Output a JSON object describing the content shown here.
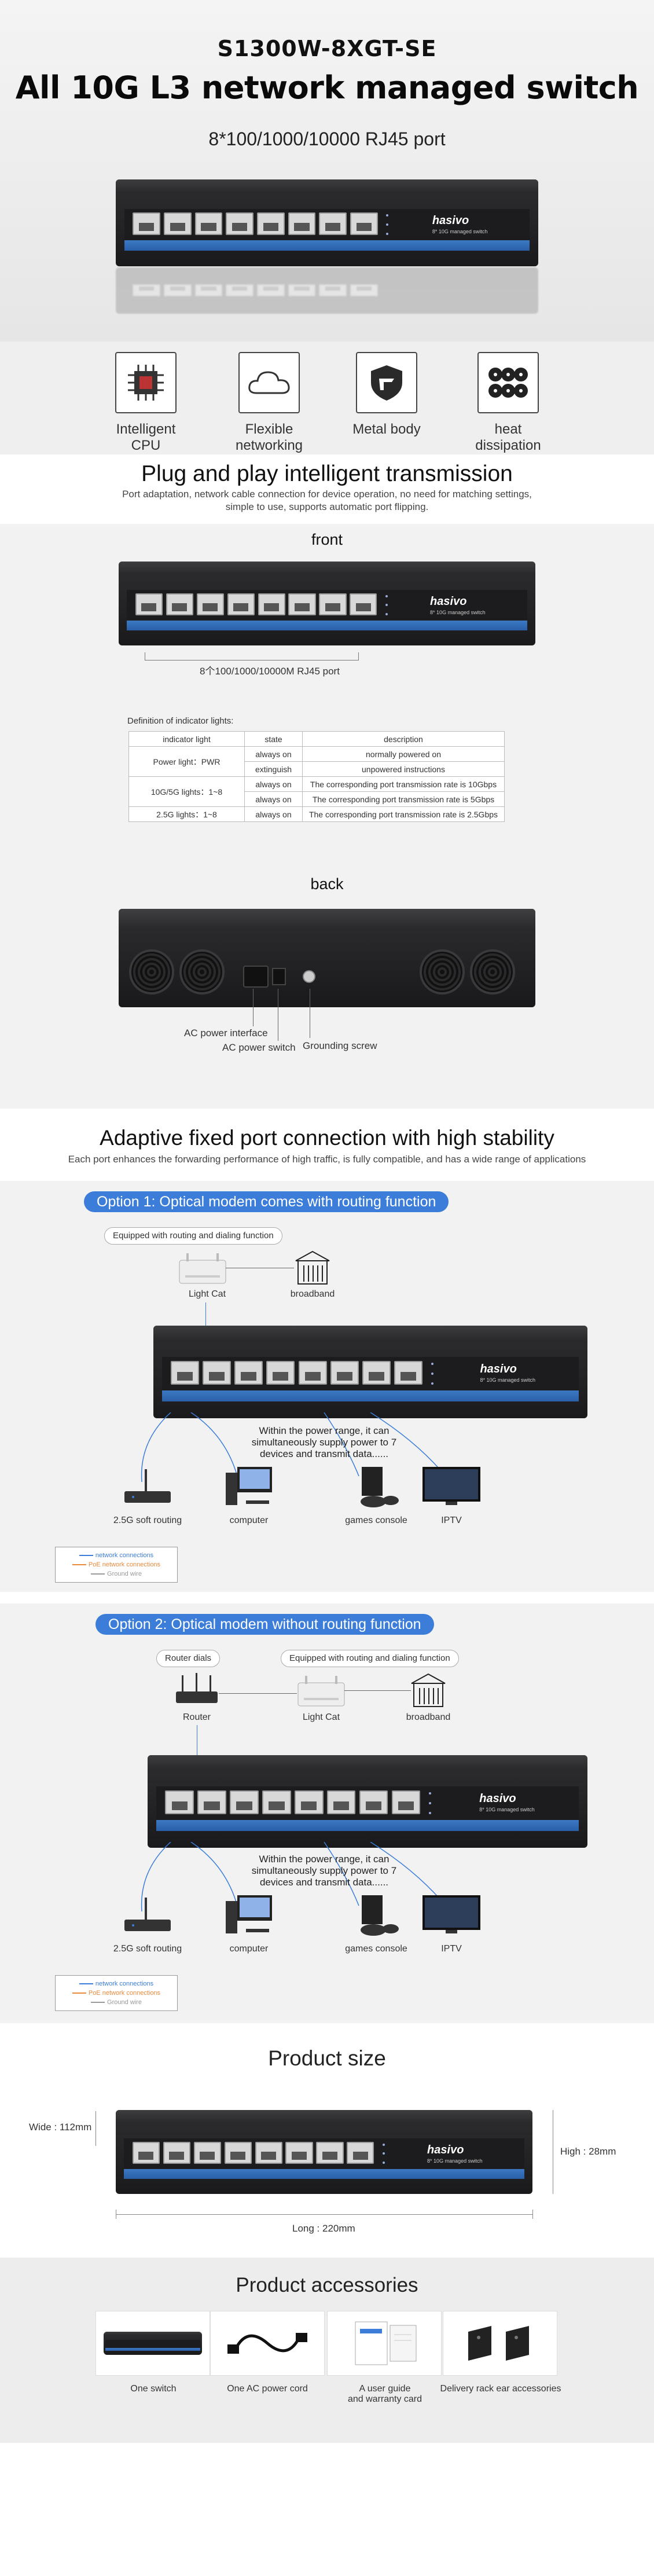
{
  "hero": {
    "model": "S1300W-8XGT-SE",
    "headline": "All 10G L3 network managed switch",
    "ports": "8*100/1000/10000 RJ45 port"
  },
  "device": {
    "brand": "hasivo",
    "brand_sub": "8* 10G managed switch"
  },
  "features": [
    {
      "label": "Intelligent CPU",
      "icon": "cpu-icon"
    },
    {
      "label": "Flexible networking",
      "icon": "cloud-icon"
    },
    {
      "label": "Metal body",
      "icon": "metal-shield-icon"
    },
    {
      "label": "heat dissipation",
      "icon": "fan-icon"
    }
  ],
  "plug_play": {
    "title": "Plug and play intelligent transmission",
    "desc_line1": "Port adaptation, network cable connection for device operation, no need for matching settings,",
    "desc_line2": "simple to use, supports automatic port flipping."
  },
  "front": {
    "title": "front",
    "ports_caption": "8个100/1000/10000M  RJ45 port",
    "definition_title": "Definition of indicator lights:",
    "table": {
      "headers": [
        "indicator light",
        "state",
        "description"
      ],
      "power_label": "Power light：PWR",
      "power_on_state": "always on",
      "power_on_desc": "normally powered on",
      "power_off_state": "extinguish",
      "power_off_desc": "unpowered instructions",
      "tenG_label": "10G/5G lights：1~8",
      "tenG_state1": "always on",
      "tenG_desc1": "The corresponding port transmission rate is 10Gbps",
      "tenG_state2": "always on",
      "tenG_desc2": "The corresponding port transmission rate is 5Gbps",
      "twoG_label": "2.5G lights：1~8",
      "twoG_state": "always on",
      "twoG_desc": "The corresponding port transmission rate is 2.5Gbps"
    }
  },
  "back": {
    "title": "back",
    "ac_interface": "AC power interface",
    "ac_switch": "AC power switch",
    "grounding": "Grounding screw"
  },
  "adaptive": {
    "title": "Adaptive fixed port connection with high stability",
    "desc": "Each port enhances the forwarding performance of high traffic, is fully compatible, and has a wide range of applications"
  },
  "option1": {
    "title": "Option 1: Optical modem comes with routing function",
    "tag": "Equipped with routing and dialing function",
    "light_cat": "Light Cat",
    "broadband": "broadband",
    "note_line1": "Within the power range, it can",
    "note_line2": "simultaneously supply power to 7",
    "note_line3": "devices and transmit data......",
    "devices": [
      "2.5G soft routing",
      "computer",
      "games console",
      "IPTV"
    ]
  },
  "option2": {
    "title": "Option 2: Optical modem without routing function",
    "tag_router": "Router dials",
    "tag_equipped": "Equipped with routing and dialing function",
    "router": "Router",
    "light_cat": "Light Cat",
    "broadband": "broadband",
    "note_line1": "Within the power range, it can",
    "note_line2": "simultaneously supply power to 7",
    "note_line3": "devices and transmit data......",
    "devices": [
      "2.5G soft routing",
      "computer",
      "games console",
      "IPTV"
    ]
  },
  "legend": {
    "network": "network connections",
    "poe": "PoE network connections",
    "ground": "Ground wire",
    "colors": {
      "network": "#3b7dd8",
      "poe": "#e88a3a",
      "ground": "#999999"
    }
  },
  "size": {
    "title": "Product size",
    "wide": "Wide : 112mm",
    "high": "High : 28mm",
    "long": "Long : 220mm"
  },
  "accessories": {
    "title": "Product accessories",
    "items": [
      {
        "label_line1": "One switch",
        "label_line2": ""
      },
      {
        "label_line1": "One AC power cord",
        "label_line2": ""
      },
      {
        "label_line1": "A user guide",
        "label_line2": "and warranty card"
      },
      {
        "label_line1": "Delivery rack ear accessories",
        "label_line2": ""
      }
    ]
  },
  "colors": {
    "accent": "#3b7dd8",
    "device": "#1c1c1e",
    "strip": "#2a5fa8"
  }
}
